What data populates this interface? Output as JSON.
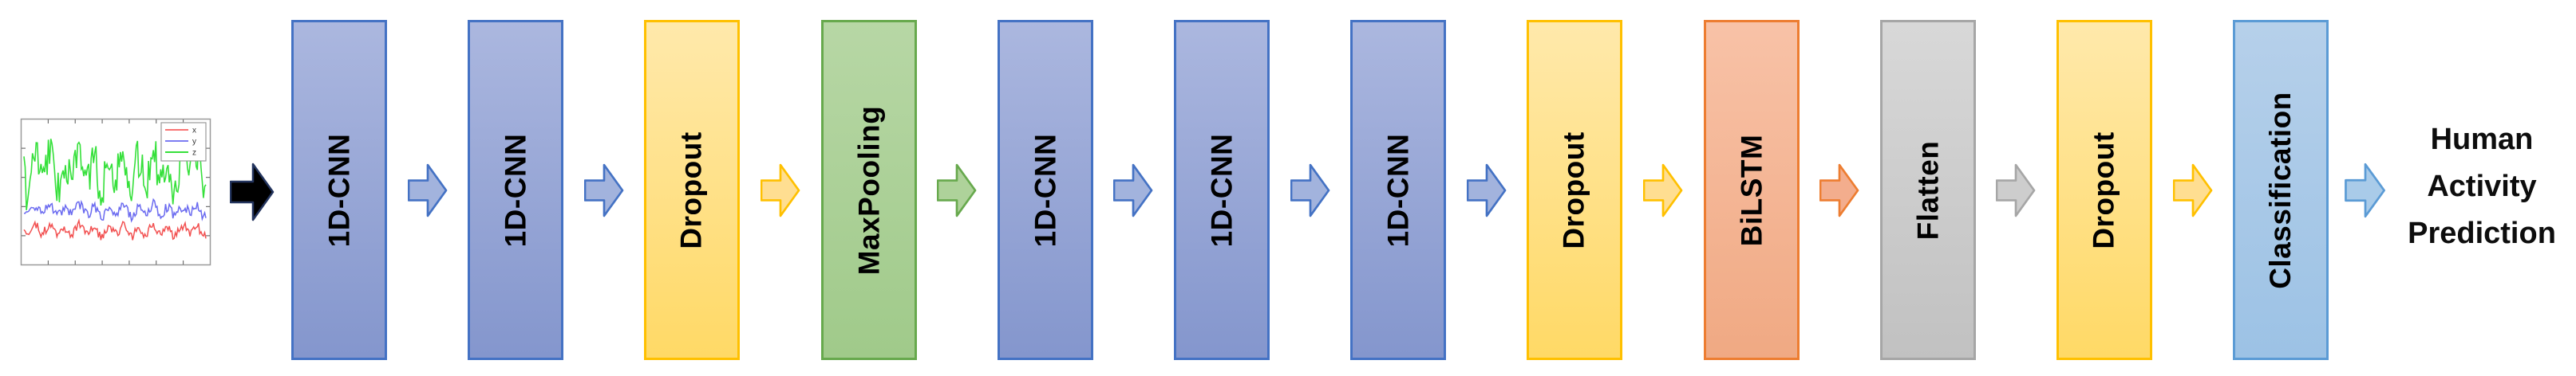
{
  "diagram": {
    "input": {
      "plot": {
        "frame_color": "#9a9a9a",
        "tick_color": "#555555",
        "background": "#ffffff",
        "legend": [
          {
            "label": "x",
            "color": "#f87373"
          },
          {
            "label": "y",
            "color": "#7d7df2"
          },
          {
            "label": "z",
            "color": "#35e03a"
          }
        ],
        "signals": [
          {
            "name": "z-axis-signal",
            "color": "#35e03a",
            "baseline": 0.34,
            "amplitude": 0.21,
            "seed": 7,
            "stroke": 1.6
          },
          {
            "name": "y-axis-signal",
            "color": "#6a6af0",
            "baseline": 0.63,
            "amplitude": 0.055,
            "seed": 13,
            "stroke": 1.5
          },
          {
            "name": "x-axis-signal",
            "color": "#f25050",
            "baseline": 0.77,
            "amplitude": 0.05,
            "seed": 29,
            "stroke": 1.5
          }
        ]
      }
    },
    "layers": [
      {
        "label": "1D-CNN",
        "type": "cnn"
      },
      {
        "label": "1D-CNN",
        "type": "cnn"
      },
      {
        "label": "Dropout",
        "type": "dropout"
      },
      {
        "label": "MaxPooling",
        "type": "maxpool"
      },
      {
        "label": "1D-CNN",
        "type": "cnn"
      },
      {
        "label": "1D-CNN",
        "type": "cnn"
      },
      {
        "label": "1D-CNN",
        "type": "cnn"
      },
      {
        "label": "Dropout",
        "type": "dropout"
      },
      {
        "label": "BiLSTM",
        "type": "bilstm"
      },
      {
        "label": "Flatten",
        "type": "flatten"
      },
      {
        "label": "Dropout",
        "type": "dropout"
      },
      {
        "label": "Classification",
        "type": "classification"
      }
    ],
    "arrows": [
      {
        "style": "input",
        "type": "input"
      },
      {
        "style": "flow",
        "type": "cnn"
      },
      {
        "style": "flow",
        "type": "cnn"
      },
      {
        "style": "flow",
        "type": "dropout"
      },
      {
        "style": "flow",
        "type": "maxpool"
      },
      {
        "style": "flow",
        "type": "cnn"
      },
      {
        "style": "flow",
        "type": "cnn"
      },
      {
        "style": "flow",
        "type": "cnn"
      },
      {
        "style": "flow",
        "type": "dropout"
      },
      {
        "style": "flow",
        "type": "bilstm"
      },
      {
        "style": "flow",
        "type": "flatten"
      },
      {
        "style": "flow",
        "type": "dropout"
      },
      {
        "style": "output",
        "type": "classification"
      }
    ],
    "palette": {
      "cnn": {
        "fill_top": "#abb7df",
        "fill_bottom": "#8496cd",
        "border": "#4472c4",
        "arrow_fill": "#a2b3dd"
      },
      "dropout": {
        "fill_top": "#ffe9ab",
        "fill_bottom": "#ffd966",
        "border": "#ffc000",
        "arrow_fill": "#ffde91"
      },
      "maxpool": {
        "fill_top": "#b7d7a5",
        "fill_bottom": "#a0ca8a",
        "border": "#67a94d",
        "arrow_fill": "#aed29a"
      },
      "bilstm": {
        "fill_top": "#f8c2a7",
        "fill_bottom": "#f0a983",
        "border": "#ed7d31",
        "arrow_fill": "#f3ad8d"
      },
      "flatten": {
        "fill_top": "#d8d8d8",
        "fill_bottom": "#c1c1c1",
        "border": "#a6a6a6",
        "arrow_fill": "#cdcdcd"
      },
      "classification": {
        "fill_top": "#b6d0ea",
        "fill_bottom": "#9cc2e5",
        "border": "#5b9bd5",
        "arrow_fill": "#a9cbe9"
      },
      "input": {
        "arrow_fill": "#000000",
        "border": "#24355f"
      }
    },
    "output": {
      "lines": [
        "Human",
        "Activity",
        "Prediction"
      ]
    }
  }
}
